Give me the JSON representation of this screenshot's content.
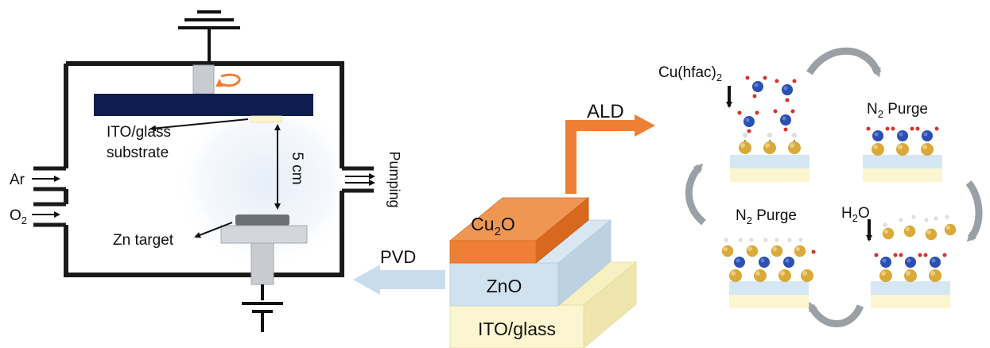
{
  "colors": {
    "frame": "#222222",
    "target_plate": "#0f1d4e",
    "ito_glass": "#fbf6cf",
    "zno": "#cfe2ee",
    "cu2o": "#ef7f34",
    "pvd_arrow": "#c9dced",
    "ald_arrow": "#ef7f34",
    "cycle_arrow": "#9aa0a6",
    "cu_atom": "#d9a93a",
    "n_atom": "#2b4fb3",
    "o_atom": "#d3342d",
    "h_atom": "#e3dede"
  },
  "chamber": {
    "substrate_label": [
      "ITO/glass",
      "substrate"
    ],
    "distance_label": "5 cm",
    "target_label": "Zn target",
    "gas_in": [
      {
        "main": "Ar",
        "sub": ""
      },
      {
        "main": "O",
        "sub": "2"
      }
    ],
    "pumping_label": "Pumping"
  },
  "stack": {
    "layers": [
      {
        "main": "Cu",
        "sub": "2",
        "tail": "O"
      },
      {
        "main": "ZnO",
        "sub": "",
        "tail": ""
      },
      {
        "main": "ITO/glass",
        "sub": "",
        "tail": ""
      }
    ],
    "pvd_label": "PVD",
    "ald_label": "ALD"
  },
  "ald_cycle": {
    "precursor": {
      "main": "Cu(hfac)",
      "sub": "2"
    },
    "purge_1": {
      "pre": "N",
      "sub": "2",
      "post": " Purge"
    },
    "water": {
      "main": "H",
      "sub": "2",
      "tail": "O"
    },
    "purge_2": {
      "pre": "N",
      "sub": "2",
      "post": " Purge"
    }
  }
}
